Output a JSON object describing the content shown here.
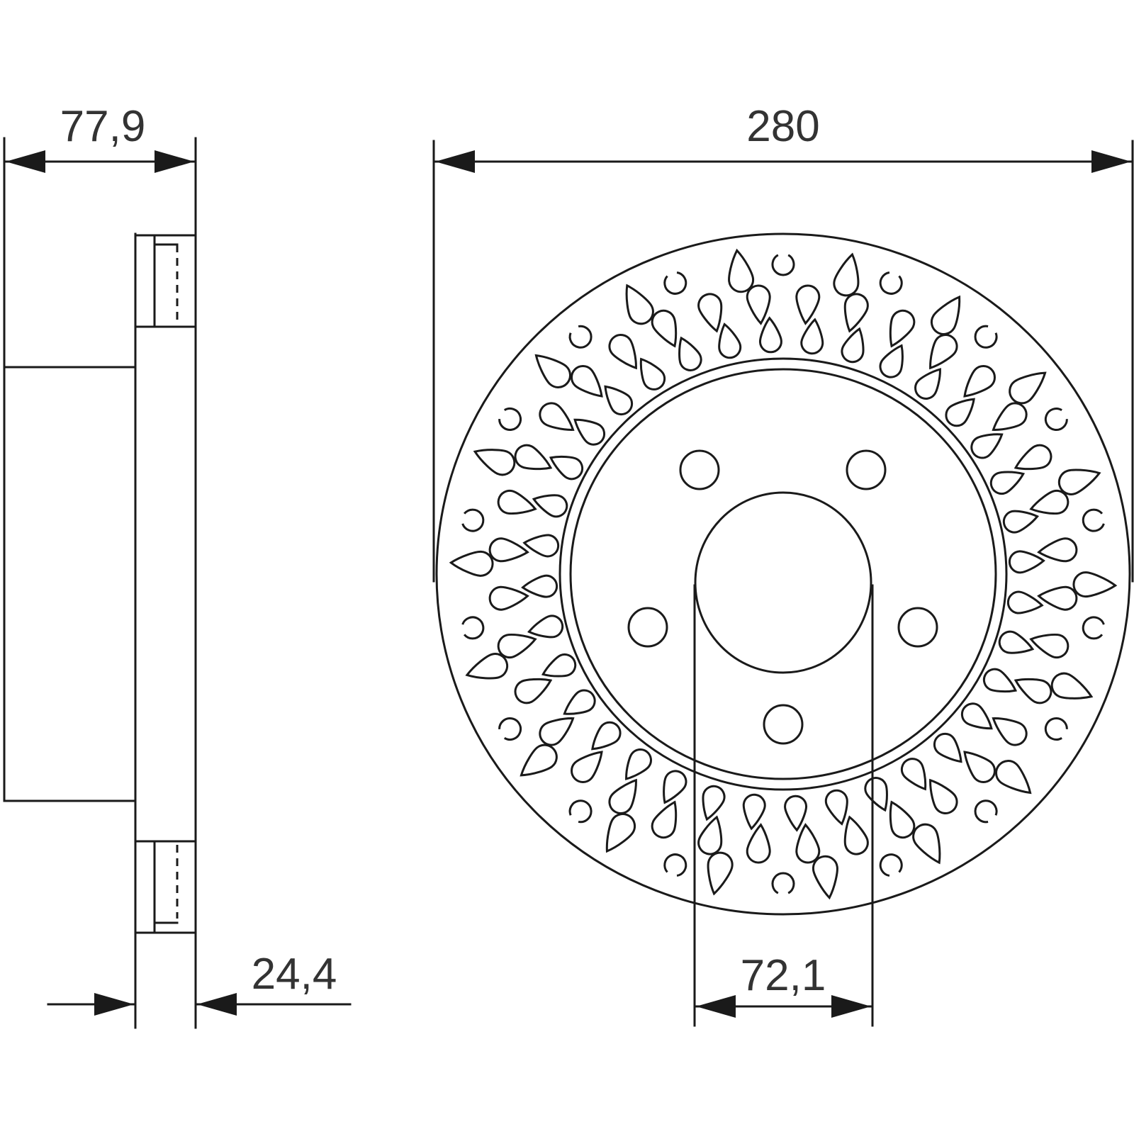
{
  "dimensions": {
    "overall_height": "77,9",
    "diameter": "280",
    "thickness": "24,4",
    "center_bore": "72,1"
  },
  "colors": {
    "line": "#1a1a1a",
    "text": "#333333",
    "background": "#ffffff"
  }
}
